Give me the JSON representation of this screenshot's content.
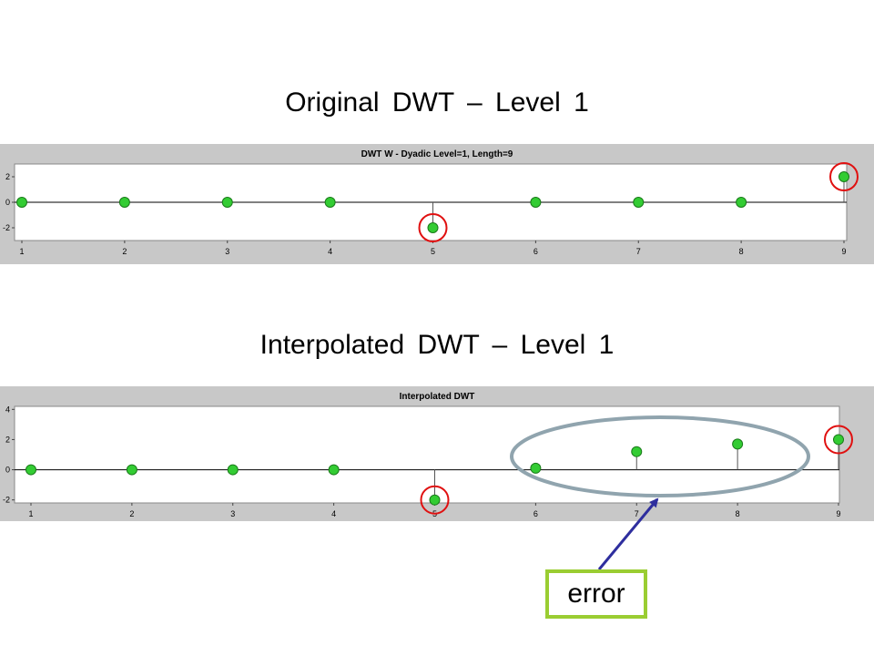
{
  "headings": {
    "original": "Original DWT – Level 1",
    "interpolated": "Interpolated DWT – Level 1"
  },
  "callout": {
    "label": "error"
  },
  "colors": {
    "panel_bg": "#c8c8c8",
    "plot_bg": "#ffffff",
    "marker_fill": "#33cc33",
    "marker_stroke": "#1a7a1a",
    "highlight_circle": "#e01010",
    "error_ellipse": "#90a4ae",
    "arrow": "#2e2e9e",
    "error_box_border": "#9acd32"
  },
  "chart_data": [
    {
      "type": "scatter",
      "style": "stem",
      "title": "DWT W - Dyadic Level=1, Length=9",
      "x": [
        1,
        2,
        3,
        4,
        5,
        6,
        7,
        8,
        9
      ],
      "values": [
        0,
        0,
        0,
        0,
        -2,
        0,
        0,
        0,
        2
      ],
      "xticks": [
        1,
        2,
        3,
        4,
        5,
        6,
        7,
        8,
        9
      ],
      "yticks": [
        -2,
        0,
        2
      ],
      "xlim": [
        1,
        9
      ],
      "ylim": [
        -3,
        3
      ],
      "grid": false,
      "highlighted_x": [
        5,
        9
      ]
    },
    {
      "type": "scatter",
      "style": "stem",
      "title": "Interpolated DWT",
      "x": [
        1,
        2,
        3,
        4,
        5,
        6,
        7,
        8,
        9
      ],
      "values": [
        0,
        0,
        0,
        0,
        -2,
        0.1,
        1.2,
        1.7,
        2
      ],
      "xticks": [
        1,
        2,
        3,
        4,
        5,
        6,
        7,
        8,
        9
      ],
      "yticks": [
        -2,
        0,
        2,
        4
      ],
      "xlim": [
        1,
        9
      ],
      "ylim": [
        -2.2,
        4.2
      ],
      "grid": false,
      "highlighted_x": [
        5,
        9
      ],
      "error_region_x": [
        6,
        8
      ]
    }
  ]
}
